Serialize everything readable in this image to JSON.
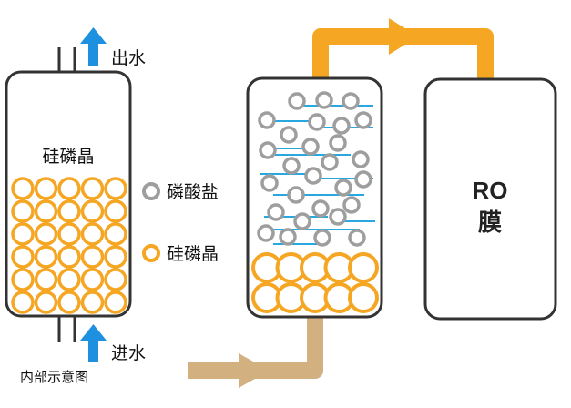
{
  "colors": {
    "vessel_stroke": "#333333",
    "crystal": "#f5a623",
    "phosphate": "#9e9e9e",
    "water_arrow": "#1e90e0",
    "flow_out": "#f5a623",
    "flow_in": "#d2b07f",
    "membrane_line": "#29a8e0"
  },
  "left_vessel": {
    "title": "硅磷晶",
    "out_label": "出水",
    "in_label": "进水",
    "caption": "内部示意图"
  },
  "legend": {
    "phosphate_label": "磷酸盐",
    "crystal_label": "硅磷晶"
  },
  "ro_unit": {
    "line1": "RO",
    "line2": "膜"
  }
}
